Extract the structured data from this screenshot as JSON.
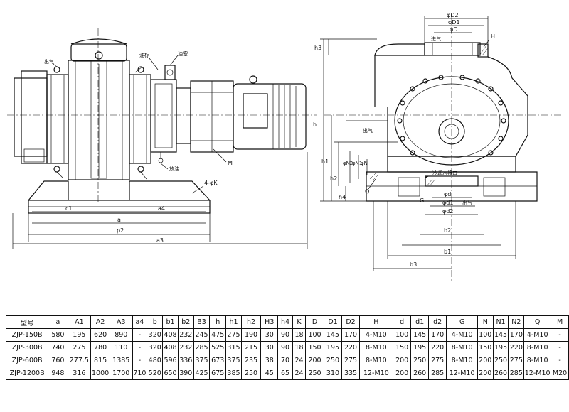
{
  "front_view": {
    "labels": {
      "outlet": "出气",
      "oil_window": "油标",
      "oil_drain": "放油",
      "oil_plug": "油塞",
      "motor": "M",
      "bolt_holes": "4-φK"
    },
    "dimensions": [
      "c1",
      "a",
      "a4",
      "p2",
      "a3"
    ]
  },
  "side_view": {
    "labels": {
      "inlet_top": "进气",
      "outlet_side": "出气",
      "outlet_bottom": "出气",
      "tap_H": "H",
      "tap_Q": "Q",
      "tap_G": "G",
      "cooling": "冷却水接口"
    },
    "dimensions": [
      "φD2",
      "φD1",
      "φD",
      "h3",
      "h",
      "h1",
      "h2",
      "h4",
      "φN2",
      "φN1",
      "φN",
      "φd",
      "φd1",
      "φd2",
      "b2",
      "b1",
      "b3"
    ]
  },
  "table": {
    "headers": [
      "型号",
      "a",
      "A1",
      "A2",
      "A3",
      "a4",
      "b",
      "b1",
      "b2",
      "B3",
      "h",
      "h1",
      "h2",
      "H3",
      "h4",
      "K",
      "D",
      "D1",
      "D2",
      "H",
      "d",
      "d1",
      "d2",
      "G",
      "N",
      "N1",
      "N2",
      "Q",
      "M"
    ],
    "rows": [
      [
        "ZJP-150B",
        "580",
        "195",
        "620",
        "890",
        "-",
        "320",
        "408",
        "232",
        "245",
        "475",
        "275",
        "190",
        "30",
        "90",
        "18",
        "100",
        "145",
        "170",
        "4-M10",
        "100",
        "145",
        "170",
        "4-M10",
        "100",
        "145",
        "170",
        "4-M10",
        "-"
      ],
      [
        "ZJP-300B",
        "740",
        "275",
        "780",
        "110",
        "-",
        "320",
        "408",
        "232",
        "285",
        "525",
        "315",
        "215",
        "30",
        "90",
        "18",
        "150",
        "195",
        "220",
        "8-M10",
        "150",
        "195",
        "220",
        "8-M10",
        "150",
        "195",
        "220",
        "8-M10",
        "-"
      ],
      [
        "ZJP-600B",
        "760",
        "277.5",
        "815",
        "1385",
        "-",
        "480",
        "596",
        "336",
        "375",
        "673",
        "375",
        "235",
        "38",
        "70",
        "24",
        "200",
        "250",
        "275",
        "8-M10",
        "200",
        "250",
        "275",
        "8-M10",
        "200",
        "250",
        "275",
        "8-M10",
        "-"
      ],
      [
        "ZJP-1200B",
        "948",
        "316",
        "1000",
        "1700",
        "710",
        "520",
        "650",
        "390",
        "425",
        "675",
        "385",
        "250",
        "45",
        "65",
        "24",
        "250",
        "310",
        "335",
        "12-M10",
        "200",
        "260",
        "285",
        "12-M10",
        "200",
        "260",
        "285",
        "12-M10",
        "M20"
      ]
    ]
  }
}
